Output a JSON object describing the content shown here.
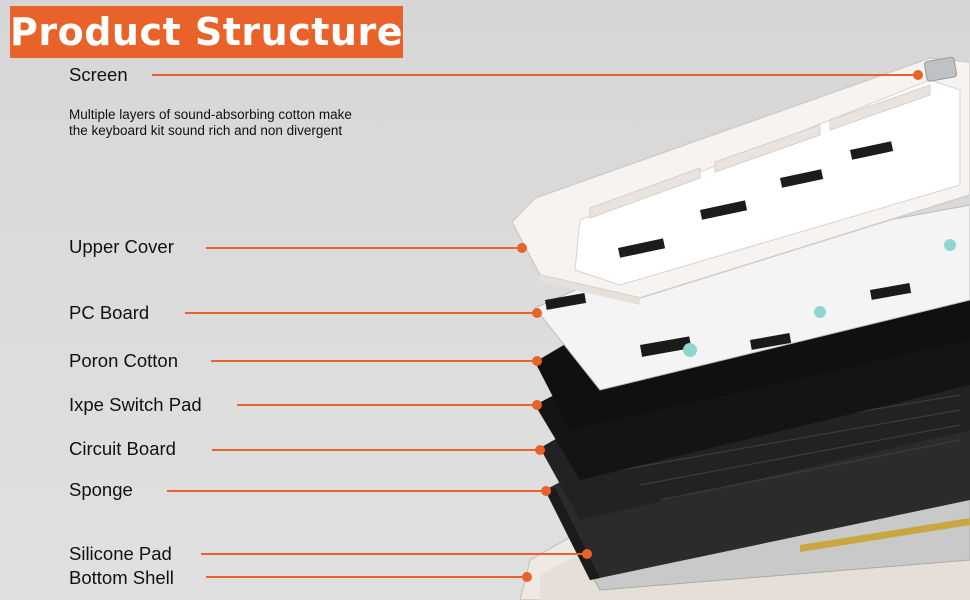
{
  "title": "Product Structure",
  "note_lines": [
    "Multiple layers of sound-absorbing cotton make",
    "the keyboard kit sound rich and non divergent"
  ],
  "labels": {
    "screen": "Screen",
    "upper_cover": "Upper Cover",
    "pc_board": "PC Board",
    "poron_cotton": "Poron Cotton",
    "ixpe_switch_pad": "Ixpe Switch Pad",
    "circuit_board": "Circuit Board",
    "sponge": "Sponge",
    "silicone_pad": "Silicone Pad",
    "bottom_shell": "Bottom Shell"
  },
  "colors": {
    "accent": "#e8622a",
    "background": "#d8d8d8",
    "shell_white": "#f2eeea",
    "layer_black": "#1a1a1a"
  }
}
